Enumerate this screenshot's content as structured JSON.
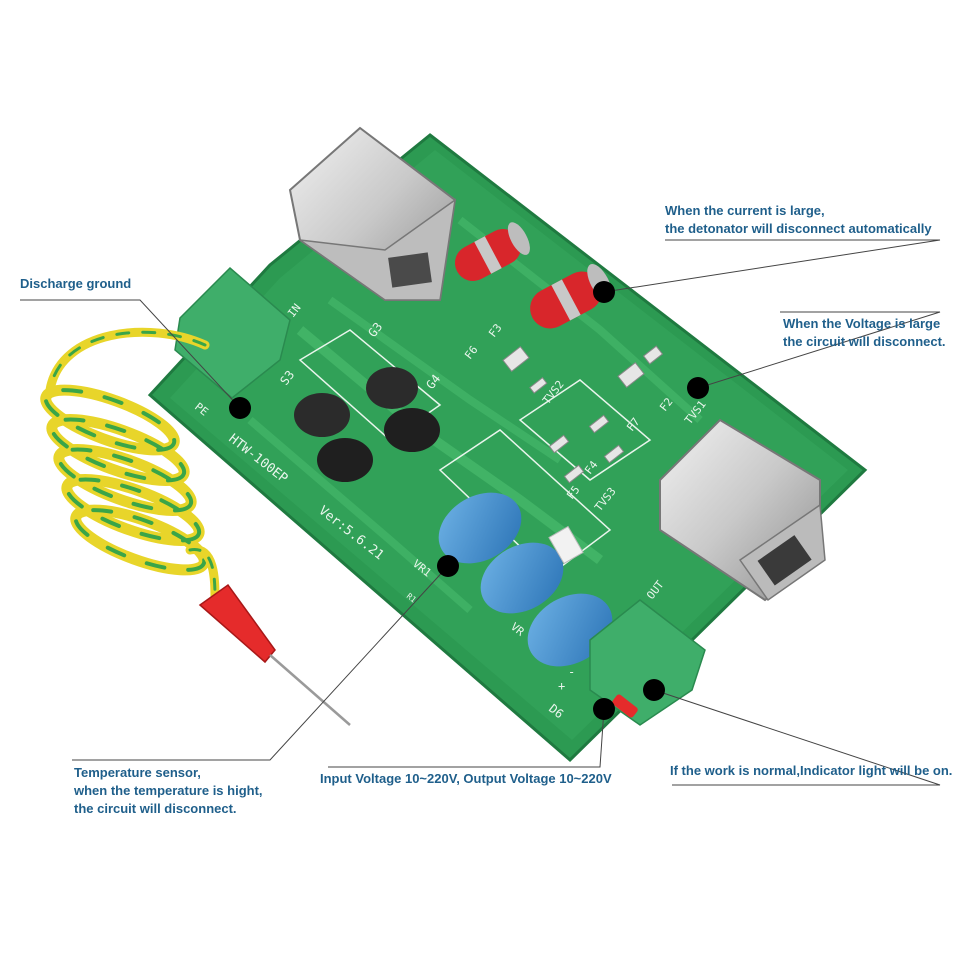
{
  "callouts": {
    "discharge_ground": {
      "lines": [
        "Discharge ground"
      ]
    },
    "detonator": {
      "lines": [
        "When the current is large,",
        "the detonator will disconnect automatically"
      ]
    },
    "voltage_large": {
      "lines": [
        "When the Voltage is large",
        "the circuit will disconnect."
      ]
    },
    "temperature_sensor": {
      "lines": [
        "Temperature sensor,",
        "when the temperature is hight,",
        "the circuit will disconnect."
      ]
    },
    "input_output": {
      "lines": [
        "Input Voltage 10~220V, Output Voltage 10~220V"
      ]
    },
    "indicator": {
      "lines": [
        "If the work is normal,Indicator light will be on."
      ]
    }
  },
  "board": {
    "model": "HTW-100EP",
    "version": "Ver:5.6.21",
    "labels": {
      "g3": "G3",
      "g4": "G4",
      "s3": "S3",
      "in": "IN",
      "pe": "PE",
      "f3": "F3",
      "f6": "F6",
      "f2": "F2",
      "f5": "F5",
      "f4": "F4",
      "f7": "F7",
      "tvs2": "TVS2",
      "tvs1": "TVS1",
      "tvs3": "TVS3",
      "vr1": "VR1",
      "vr2": "VR",
      "d6": "D6",
      "out": "OUT",
      "plus": "+",
      "minus": "-",
      "r1": "R1"
    }
  },
  "colors": {
    "callout_text": "#1f5f8b",
    "pcb": "#2f9e57",
    "pcb_dark": "#1f7a40",
    "marker": "#000000",
    "leader": "#444444",
    "gdt_red": "#d8262b",
    "varistor_blue": "#3f8fd0",
    "terminal_green": "#3fae6a",
    "wire_yellow": "#e8d52a",
    "wire_green": "#3aa548",
    "led_red": "#e52b2b"
  }
}
